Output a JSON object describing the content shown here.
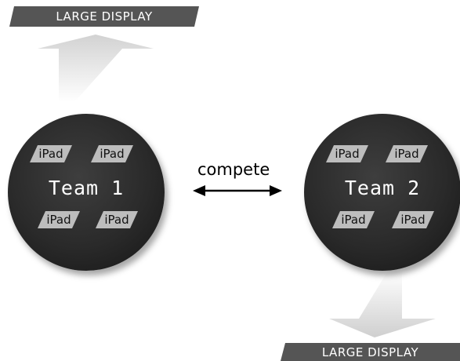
{
  "banners": {
    "top": "LARGE DISPLAY",
    "bottom": "LARGE DISPLAY"
  },
  "compete_label": "compete",
  "teams": [
    {
      "label": "Team 1",
      "devices": [
        "iPad",
        "iPad",
        "iPad",
        "iPad"
      ]
    },
    {
      "label": "Team 2",
      "devices": [
        "iPad",
        "iPad",
        "iPad",
        "iPad"
      ]
    }
  ],
  "colors": {
    "banner": "#555555",
    "circle": "#2a2a2a",
    "ipad": "#bdbdbd",
    "arrow": "#d9d9d9"
  }
}
